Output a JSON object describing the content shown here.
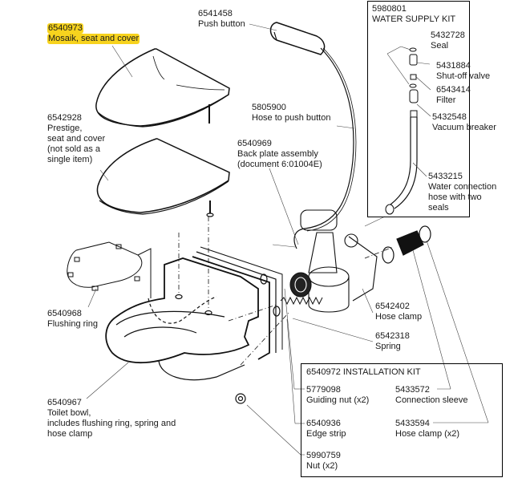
{
  "highlight_color": "#f7d31e",
  "parts": {
    "mosaik": {
      "number": "6540973",
      "name": "Mosaik, seat and cover",
      "highlighted": true
    },
    "push_button": {
      "number": "6541458",
      "name": "Push button"
    },
    "prestige": {
      "number": "6542928",
      "lines": [
        "Prestige,",
        "seat and cover",
        "(not sold as a",
        "single item)"
      ]
    },
    "hose_push": {
      "number": "5805900",
      "name": "Hose to push button"
    },
    "back_plate": {
      "number": "6540969",
      "lines": [
        "Back plate assembly",
        "(document 6:01004E)"
      ]
    },
    "flushing_ring": {
      "number": "6540968",
      "name": "Flushing ring"
    },
    "hose_clamp": {
      "number": "6542402",
      "name": "Hose clamp"
    },
    "spring": {
      "number": "6542318",
      "name": "Spring"
    },
    "toilet_bowl": {
      "number": "6540967",
      "lines": [
        "Toilet bowl,",
        "includes flushing ring, spring and",
        "hose clamp"
      ]
    }
  },
  "water_kit": {
    "title_number": "5980801",
    "title": "WATER SUPPLY KIT",
    "items": [
      {
        "number": "5432728",
        "name": "Seal"
      },
      {
        "number": "5431884",
        "name": "Shut-off valve"
      },
      {
        "number": "6543414",
        "name": "Filter"
      },
      {
        "number": "5432548",
        "name": "Vacuum breaker"
      },
      {
        "number": "5433215",
        "lines": [
          "Water connection",
          "hose with two",
          "seals"
        ]
      }
    ]
  },
  "install_kit": {
    "title": "6540972 INSTALLATION  KIT",
    "items": [
      {
        "number": "5779098",
        "name": "Guiding nut (x2)"
      },
      {
        "number": "6540936",
        "name": "Edge strip"
      },
      {
        "number": "5990759",
        "name": "Nut (x2)"
      },
      {
        "number": "5433572",
        "name": "Connection sleeve"
      },
      {
        "number": "5433594",
        "name": "Hose clamp (x2)"
      }
    ]
  }
}
